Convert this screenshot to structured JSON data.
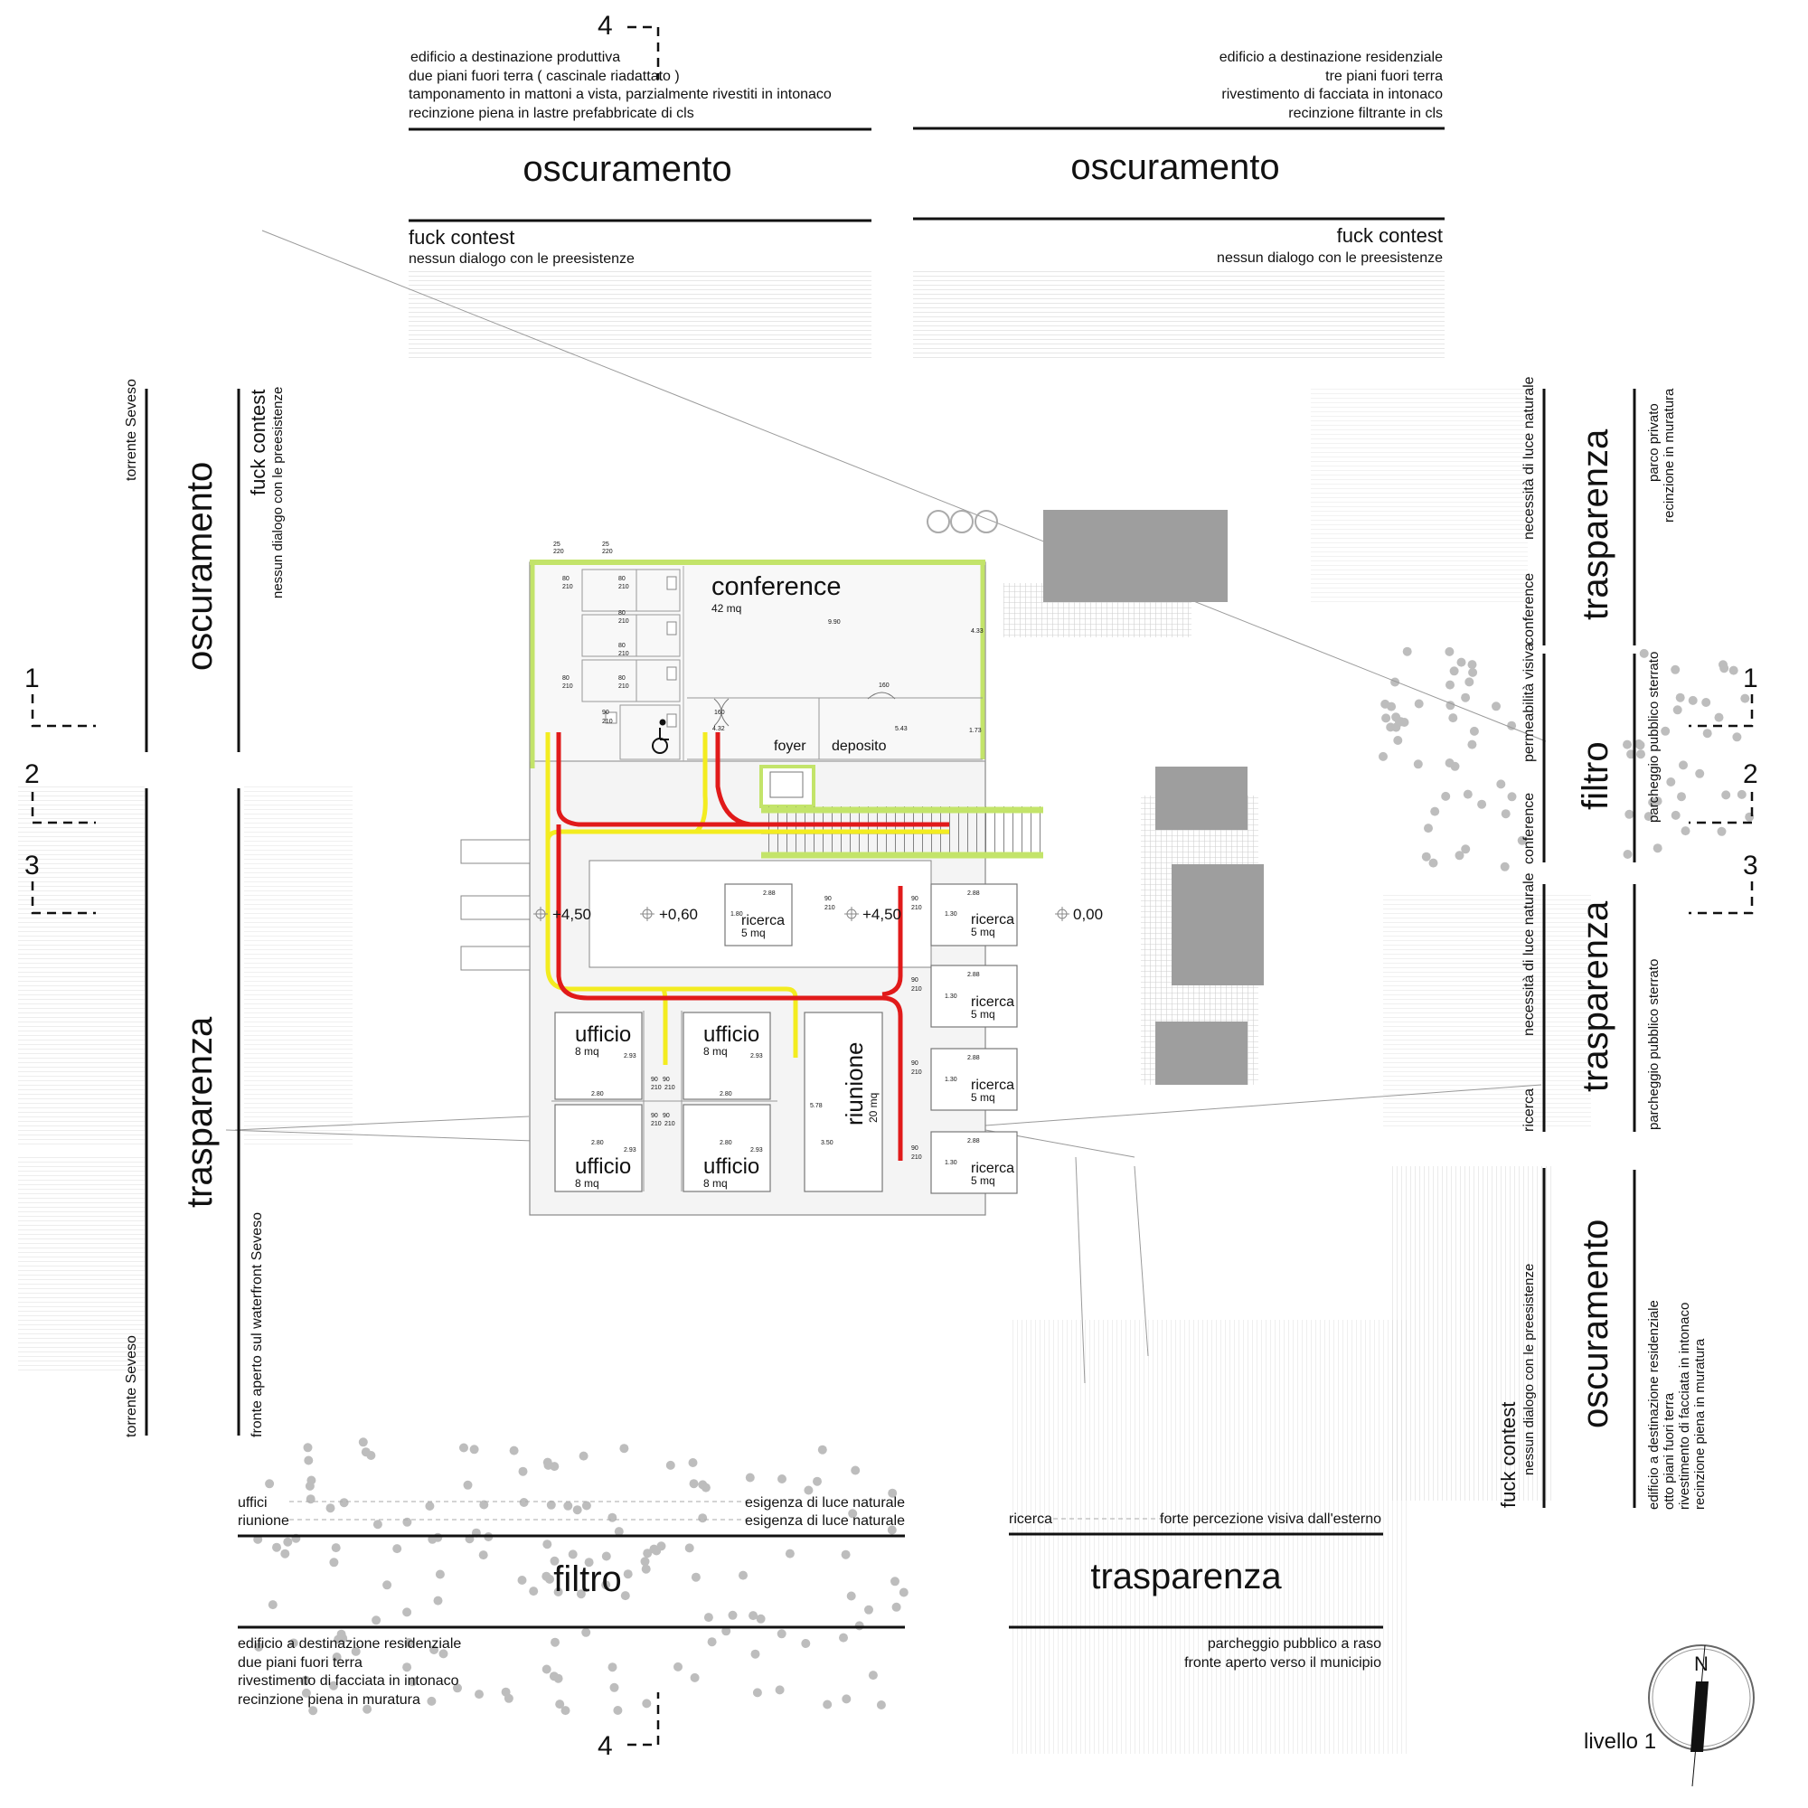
{
  "sections": {
    "n1": "1",
    "n2": "2",
    "n3": "3",
    "n4": "4"
  },
  "top_left": {
    "info": [
      "edificio a destinazione produttiva",
      "due piani fuori terra ( cascinale riadattato )",
      "tamponamento in mattoni a vista, parzialmente rivestiti in intonaco",
      "recinzione piena in lastre prefabbricate di cls"
    ],
    "title": "oscuramento",
    "subtitle": "fuck contest",
    "note": "nessun dialogo con le preesistenze"
  },
  "top_right": {
    "info": [
      "edificio a destinazione residenziale",
      "tre piani fuori terra",
      "rivestimento di facciata in intonaco",
      "recinzione filtrante in cls"
    ],
    "title": "oscuramento",
    "subtitle": "fuck contest",
    "note": "nessun dialogo con le preesistenze"
  },
  "left": {
    "upper": {
      "site": "torrente Seveso",
      "title": "oscuramento",
      "subtitle": "fuck contest",
      "note": "nessun dialogo con le preesistenze"
    },
    "lower": {
      "site": "torrente Seveso",
      "title": "trasparenza",
      "note": "fronte aperto sul waterfront Seveso"
    }
  },
  "right": {
    "b1": {
      "tag": "conference",
      "need": "necessità di luce naturale",
      "title": "trasparenza",
      "info": [
        "parco privato",
        "recinzione in muratura"
      ]
    },
    "b2": {
      "tag": "conference",
      "need": "permeabilità visiva",
      "title": "filtro",
      "info": [
        "parcheggio pubblico sterrato"
      ]
    },
    "b3": {
      "tag": "ricerca",
      "need": "necessità di luce naturale",
      "title": "trasparenza",
      "info": [
        "parcheggio pubblico sterrato"
      ]
    },
    "b4": {
      "subtitle": "fuck contest",
      "note": "nessun dialogo con le preesistenze",
      "title": "oscuramento",
      "info": [
        "edificio a destinazione residenziale",
        "otto piani fuori terra",
        "rivestimento di facciata in intonaco",
        "recinzione piena in muratura"
      ]
    }
  },
  "bottom_left": {
    "tags": [
      "uffici",
      "riunione"
    ],
    "needs": [
      "esigenza di luce naturale",
      "esigenza di luce naturale"
    ],
    "title": "filtro",
    "info": [
      "edificio a destinazione residenziale",
      "due piani fuori terra",
      "rivestimento di facciata in intonaco",
      "recinzione piena in muratura"
    ]
  },
  "bottom_right": {
    "tag": "ricerca",
    "need": "forte percezione visiva dall'esterno",
    "title": "trasparenza",
    "info": [
      "parcheggio pubblico a raso",
      "fronte aperto verso il municipio"
    ]
  },
  "rooms": {
    "conference": {
      "name": "conference",
      "area": "42 mq"
    },
    "foyer": "foyer",
    "deposito": "deposito",
    "ricerca": {
      "name": "ricerca",
      "area": "5 mq"
    },
    "ufficio": {
      "name": "ufficio",
      "area": "8 mq"
    },
    "riunione": {
      "name": "riunione",
      "area": "20 mq"
    }
  },
  "levels": {
    "l1": "+4,50",
    "l2": "+0,60",
    "l3": "+4,50",
    "l4": "0,00"
  },
  "dims": {
    "d90": "90",
    "d210": "210",
    "d80": "80",
    "d160": "160",
    "d25": "25",
    "d220": "220",
    "d990": "9.90",
    "d433": "4.33",
    "d432": "4.32",
    "d543": "5.43",
    "d173": "1.73",
    "d288": "2.88",
    "d130": "1.30",
    "d180": "1.80",
    "d280": "2.80",
    "d293": "2.93",
    "d578": "5.78",
    "d350": "3.50"
  },
  "compass": "N",
  "level": "livello 1",
  "colors": {
    "accent_green": "#c3e46a",
    "route_red": "#e11a1a",
    "route_yellow": "#f3ec20",
    "grey_block": "#9e9e9e",
    "dot": "#bdbdbd"
  }
}
